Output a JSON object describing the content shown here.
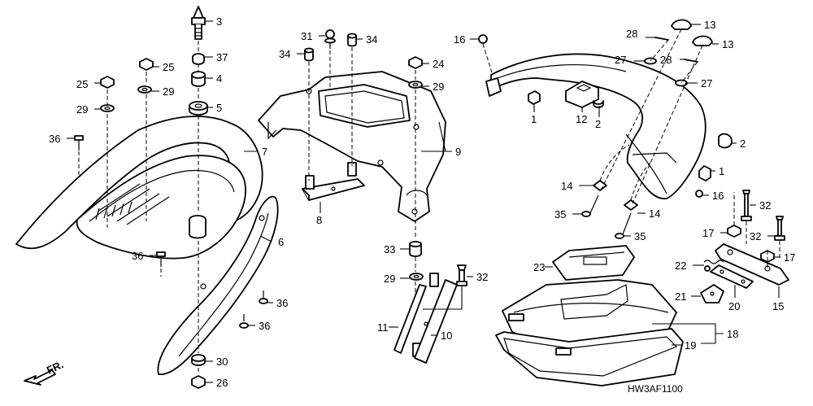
{
  "diagram_code": "HW3AF1100",
  "direction_label": "FR.",
  "callouts": [
    {
      "id": "c3",
      "text": "3"
    },
    {
      "id": "c37",
      "text": "37"
    },
    {
      "id": "c4",
      "text": "4"
    },
    {
      "id": "c5",
      "text": "5"
    },
    {
      "id": "c7",
      "text": "7"
    },
    {
      "id": "c6",
      "text": "6"
    },
    {
      "id": "c25a",
      "text": "25"
    },
    {
      "id": "c25b",
      "text": "25"
    },
    {
      "id": "c29a",
      "text": "29"
    },
    {
      "id": "c29b",
      "text": "29"
    },
    {
      "id": "c36a",
      "text": "36"
    },
    {
      "id": "c36b",
      "text": "36"
    },
    {
      "id": "c36c",
      "text": "36"
    },
    {
      "id": "c36d",
      "text": "36"
    },
    {
      "id": "c30",
      "text": "30"
    },
    {
      "id": "c26",
      "text": "26"
    },
    {
      "id": "c31",
      "text": "31"
    },
    {
      "id": "c34a",
      "text": "34"
    },
    {
      "id": "c34b",
      "text": "34"
    },
    {
      "id": "c8",
      "text": "8"
    },
    {
      "id": "c24",
      "text": "24"
    },
    {
      "id": "c29c",
      "text": "29"
    },
    {
      "id": "c9",
      "text": "9"
    },
    {
      "id": "c33",
      "text": "33"
    },
    {
      "id": "c29d",
      "text": "29"
    },
    {
      "id": "c32a",
      "text": "32"
    },
    {
      "id": "c11",
      "text": "11"
    },
    {
      "id": "c10",
      "text": "10"
    },
    {
      "id": "c16a",
      "text": "16"
    },
    {
      "id": "c1a",
      "text": "1"
    },
    {
      "id": "c12",
      "text": "12"
    },
    {
      "id": "c2a",
      "text": "2"
    },
    {
      "id": "c28a",
      "text": "28"
    },
    {
      "id": "c13a",
      "text": "13"
    },
    {
      "id": "c27a",
      "text": "27"
    },
    {
      "id": "c28b",
      "text": "28"
    },
    {
      "id": "c13b",
      "text": "13"
    },
    {
      "id": "c27b",
      "text": "27"
    },
    {
      "id": "c2b",
      "text": "2"
    },
    {
      "id": "c1b",
      "text": "1"
    },
    {
      "id": "c16b",
      "text": "16"
    },
    {
      "id": "c14a",
      "text": "14"
    },
    {
      "id": "c35a",
      "text": "35"
    },
    {
      "id": "c14b",
      "text": "14"
    },
    {
      "id": "c35b",
      "text": "35"
    },
    {
      "id": "c32b",
      "text": "32"
    },
    {
      "id": "c17a",
      "text": "17"
    },
    {
      "id": "c32c",
      "text": "32"
    },
    {
      "id": "c17b",
      "text": "17"
    },
    {
      "id": "c23",
      "text": "23"
    },
    {
      "id": "c22",
      "text": "22"
    },
    {
      "id": "c21",
      "text": "21"
    },
    {
      "id": "c20",
      "text": "20"
    },
    {
      "id": "c15",
      "text": "15"
    },
    {
      "id": "c18",
      "text": "18"
    },
    {
      "id": "c19",
      "text": "19"
    }
  ]
}
